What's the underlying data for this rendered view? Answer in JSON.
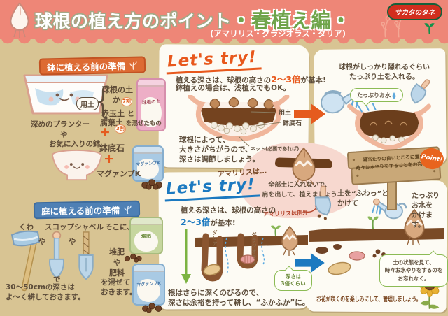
{
  "header": {
    "title": "球根の植え方のポイント",
    "edition": "・春植え編・",
    "subtitle": "(アマリリス・グラジオラス・ダリア)",
    "brand": "サカタのタネ"
  },
  "palette": {
    "header_pink": "#EE8677",
    "background_tan": "#D8C493",
    "accent_orange": "#E8581C",
    "accent_blue": "#1B79C0",
    "banner_orange": "#DD6B33",
    "banner_blue": "#4E80B5",
    "brand_red": "#D22E1E",
    "soil_brown": "#74431F",
    "bubble_green": "#8CBB55"
  },
  "icons": {
    "bulb_mascot": "bulb-with-roots",
    "sprout_logo": "seedling",
    "decorative_sprigs": "curly-stems",
    "planter": "deep-planter-with-face",
    "bowl": "pot-with-face",
    "hoe": "hoe",
    "scoop": "round-scoop",
    "shovel": "hand-shovel",
    "watering_can": "watering-can",
    "trowel": "trowel",
    "pellets": "fertilizer-pellets",
    "arrow_right": "block-arrow",
    "sunflower": "sunflower",
    "droplet": "water-drop"
  },
  "pot_prep": {
    "banner": "鉢に植える前の準備",
    "planter_caption": "深めのプランター",
    "or_1": "や",
    "favorite_pot_caption": "お気に入りの鉢",
    "soil_badge": "用土",
    "brace": "{",
    "option_a": "球根の土",
    "or_2": "か",
    "option_b1": "赤玉土",
    "ratio_b1": "7割",
    "and": "と",
    "option_b2": "腐葉土",
    "ratio_b2": "3割",
    "mix_suffix": "を混ぜたもの",
    "plus": "+",
    "stones": "鉢底石",
    "fertilizer": "マグァンプK",
    "bag_soil_label": "球根の土",
    "bag_fert_label": "マグァンプK"
  },
  "garden_prep": {
    "banner": "庭に植える前の準備",
    "tool_1": "くわ",
    "or_1": "や",
    "tool_2": "スコップ",
    "or_2": "や",
    "tool_3": "シャベル",
    "with": "で",
    "till_note": "30〜50cmの深さは\nよ〜く耕しておきます。",
    "there": "そこに、",
    "compost": "堆肥",
    "or_3": "や",
    "fertilizer": "肥料",
    "mix_note": "を混ぜて\nおきます。",
    "bag_compost_label": "堆肥",
    "bag_fert_label": "マグァンプK"
  },
  "pot_planting": {
    "lets_try": "Let's try!",
    "rule_pre": "植える深さは、球根の高さの",
    "rule_accent": "2〜3倍",
    "rule_post": "が基本!",
    "rule_line2": "鉢植えの場合は、浅植えでもOK。",
    "label_soil": "用土",
    "label_stones": "鉢底石",
    "label_net": "ネット(必要であれば)",
    "size_note": "球根によって、\n大きさがちがうので、\n深さは調節しましょう。",
    "amaryllis_lead": "アマリリスは…",
    "amaryllis_note": "全部土に入れないで、\n肩を出して、植えましょう",
    "amaryllis_exception": "アマリリスは例外"
  },
  "pot_finish": {
    "instruction": "球根がしっかり隠れるぐらい\nたっぷり土を入れる。",
    "water_bubble": "たっぷりお水",
    "sign_note": "陽当たりの良いところに置いて、\n時々お水やりをすることをお忘れなく。",
    "point_badge": "Point!"
  },
  "garden_planting": {
    "lets_try": "Let's try!",
    "rule_pre": "植える深さは、球根の高さの",
    "rule_accent": "2〜3倍",
    "rule_post": "が基本!",
    "label_dahlia": "ダリア",
    "label_gladiolus": "グラジオラス",
    "depth_bubble": "深さは\n3倍くらい",
    "root_note": "根はさらに深くのびるので、\n深さは余裕を持って耕し、“ふかふか”に。"
  },
  "garden_finish": {
    "cover_note": "土を“ふわっ”と\nかけて",
    "water_note": "たっぷり\nお水を\nかけます。",
    "care_bubble": "土の状態を見て、\n時々お水やりをするのを\nお忘れなく。",
    "footer": "お花が咲くのを楽しみにして、管理しましょう。"
  }
}
